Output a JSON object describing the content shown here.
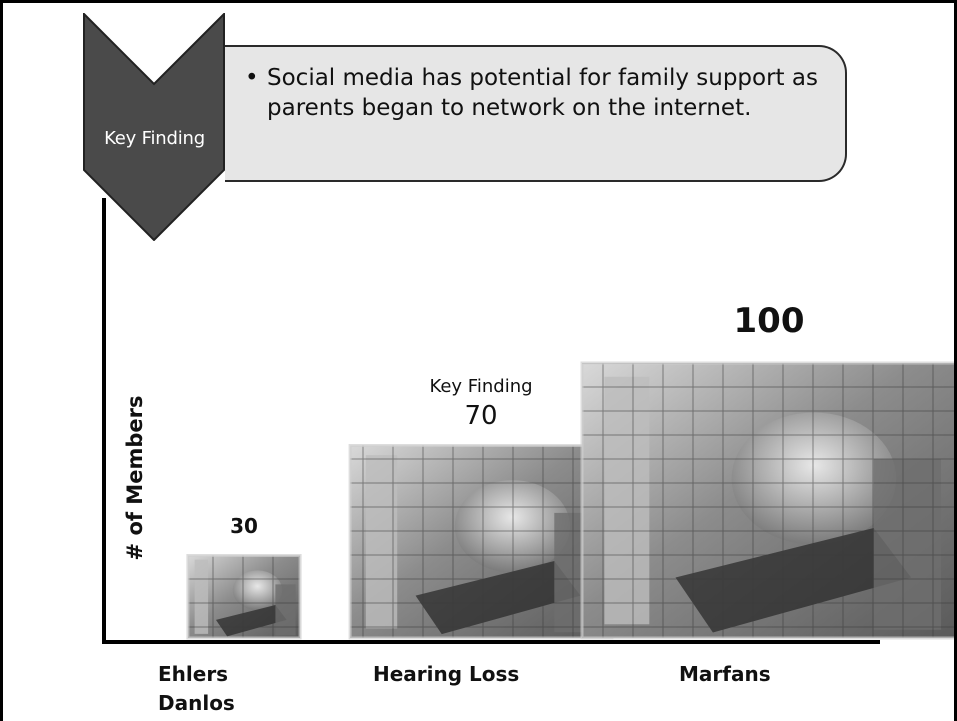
{
  "key_finding": {
    "chevron_label": "Key Finding",
    "bullet": "•",
    "text": "Social media has potential for family support as parents began to network on the internet."
  },
  "chart_data": {
    "type": "bar",
    "title": "",
    "xlabel": "",
    "ylabel": "# of Members",
    "ylim": [
      0,
      100
    ],
    "categories": [
      "Ehlers Danlos",
      "Hearing Loss",
      "Marfans"
    ],
    "category_lines": [
      [
        "Ehlers",
        "Danlos"
      ],
      [
        "Hearing Loss"
      ],
      [
        "Marfans"
      ]
    ],
    "values": [
      30,
      70,
      100
    ],
    "value_labels": [
      "30",
      "70",
      "100"
    ],
    "annotations": [
      {
        "category": "Hearing Loss",
        "text": "Key Finding"
      }
    ],
    "bar_fill": "photo of hands typing on a keyboard with web grid overlay (grayscale)",
    "grid": false
  }
}
